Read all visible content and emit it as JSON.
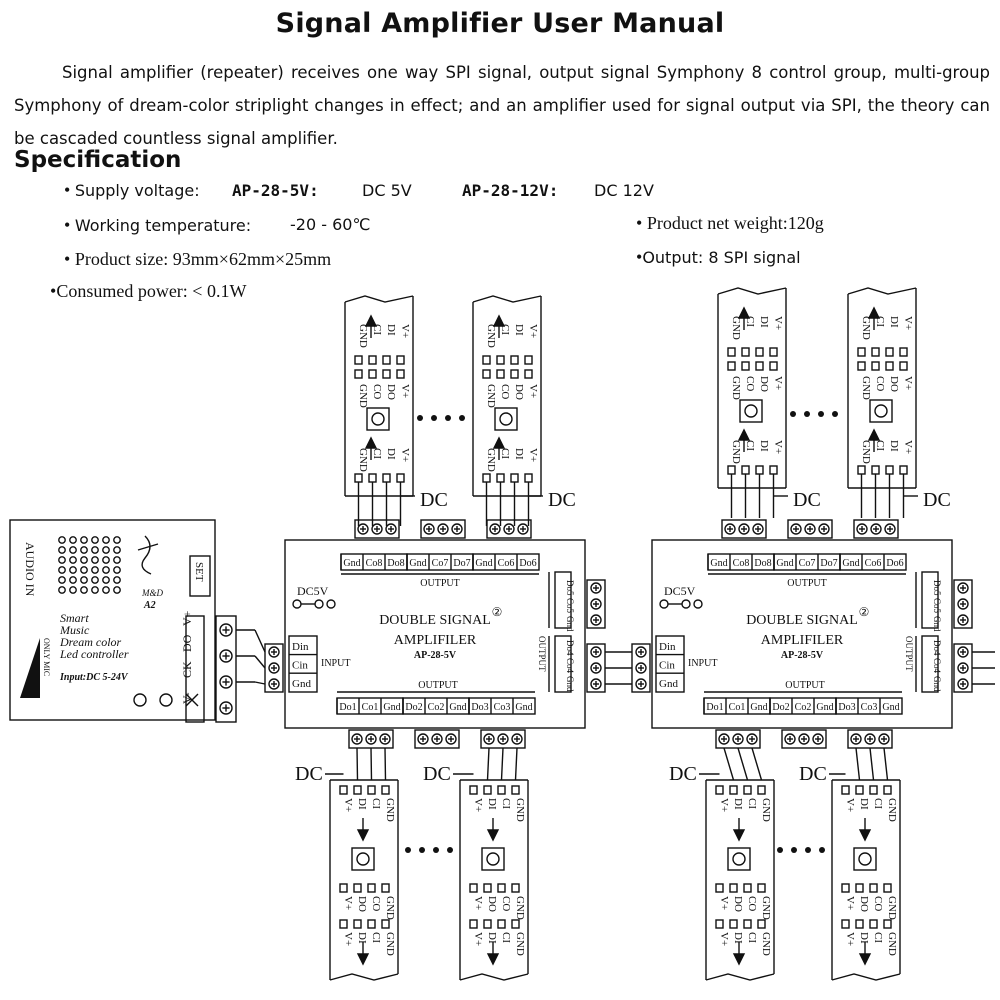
{
  "title": "Signal Amplifier User Manual",
  "intro": "Signal amplifier (repeater) receives one way SPI signal, output signal Symphony 8 control group, multi-group Symphony of dream-color striplight changes in effect; and an amplifier used for signal output via SPI, the theory can be cascaded countless signal amplifier.",
  "spec_heading": "Specification",
  "specs": {
    "supply_label": "Supply voltage:",
    "model_5v": "AP-28-5V:",
    "dc_5v": "DC 5V",
    "model_12v": "AP-28-12V:",
    "dc_12v": "DC 12V",
    "working_temp": "Working temperature:",
    "temp_range": "-20 - 60℃",
    "net_weight": "Product net weight:120g",
    "size": "Product size: 93mm×62mm×25mm",
    "output": "Output: 8 SPI signal",
    "power": "Consumed power: < 0.1W"
  },
  "diagram": {
    "controller": {
      "audio_in": "AUDIO IN",
      "set": "SET",
      "line1": "Smart",
      "line2": "Music",
      "line3": "Dream color",
      "line4": "Led controller",
      "input": "Input:DC 5-24V",
      "only_mic": "ONLY MIC",
      "model": "A2",
      "brand": "M&D",
      "pins": [
        "V-",
        "CK",
        "DO",
        "V+"
      ]
    },
    "amplifier": {
      "name1": "DOUBLE SIGNAL",
      "name2": "AMPLIFILER",
      "model": "AP-28-5V",
      "dc5v": "DC5V",
      "circle2": "②",
      "output": "OUTPUT",
      "input": "INPUT",
      "in_pins": [
        "Din",
        "Cin",
        "Gnd"
      ],
      "top_groups": [
        [
          "Gnd",
          "Co8",
          "Do8"
        ],
        [
          "Gnd",
          "Co7",
          "Do7"
        ],
        [
          "Gnd",
          "Co6",
          "Do6"
        ]
      ],
      "bottom_groups": [
        [
          "Do1",
          "Co1",
          "Gnd"
        ],
        [
          "Do2",
          "Co2",
          "Gnd"
        ],
        [
          "Do3",
          "Co3",
          "Gnd"
        ]
      ],
      "right_upper": [
        "Do5",
        "Co5",
        "Gnd"
      ],
      "right_lower": [
        "Do4",
        "Co4",
        "Gnd"
      ]
    },
    "strip": {
      "top_pins": [
        "GND",
        "CI",
        "DI",
        "V+"
      ],
      "top_mid": [
        "GND",
        "CO",
        "DO",
        "V+"
      ],
      "bottom_pins": [
        "V+",
        "DI",
        "CI",
        "GND"
      ],
      "bottom_mid": [
        "V+",
        "DO",
        "CO",
        "GND"
      ],
      "dc": "DC"
    }
  }
}
